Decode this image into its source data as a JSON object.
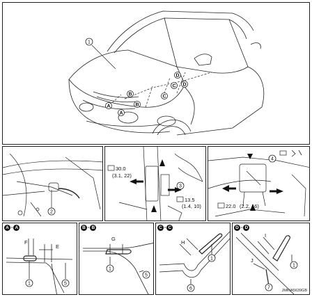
{
  "callouts": {
    "c1": "1",
    "c2": "2",
    "c3": "3",
    "c4": "4",
    "c5": "5",
    "c6": "6",
    "c7": "7"
  },
  "sections": {
    "A": "A",
    "B": "B",
    "C": "C",
    "D": "D"
  },
  "torque": {
    "t1": "30.0",
    "t1b": "(3.1, 22)",
    "t2": "13.5",
    "t2b": "(1.4, 10)",
    "t3": "22.0",
    "t3b": "(2.2, 16)"
  },
  "dims": {
    "E": "E",
    "F": "F",
    "G": "G",
    "H": "H",
    "I": "I",
    "J": "J"
  },
  "figure_code": "JMKIA5639GB"
}
